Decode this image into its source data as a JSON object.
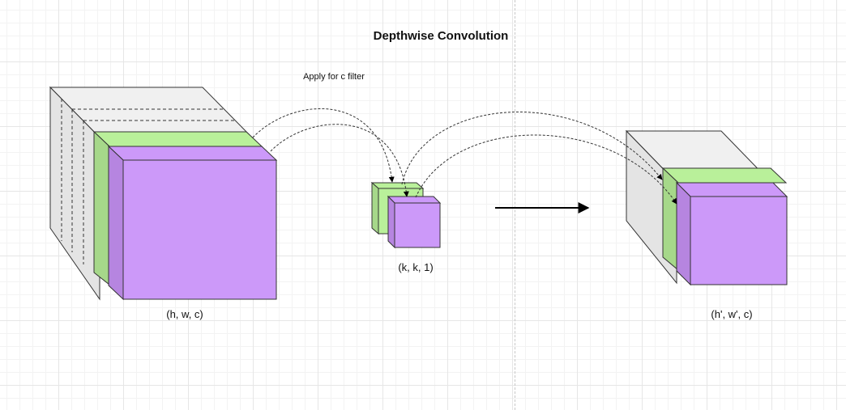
{
  "title": "Depthwise Convolution",
  "annotation": "Apply for c filter",
  "labels": {
    "input": "(h, w, c)",
    "filter": "(k, k, 1)",
    "output": "(h', w', c)"
  },
  "colors": {
    "grey_face": "#eeeeee",
    "grey_side": "#e0e0e0",
    "green": "#b9f09a",
    "green_side": "#a6d88a",
    "purple": "#cc99f9",
    "purple_side": "#b685e0",
    "stroke": "#333333"
  }
}
